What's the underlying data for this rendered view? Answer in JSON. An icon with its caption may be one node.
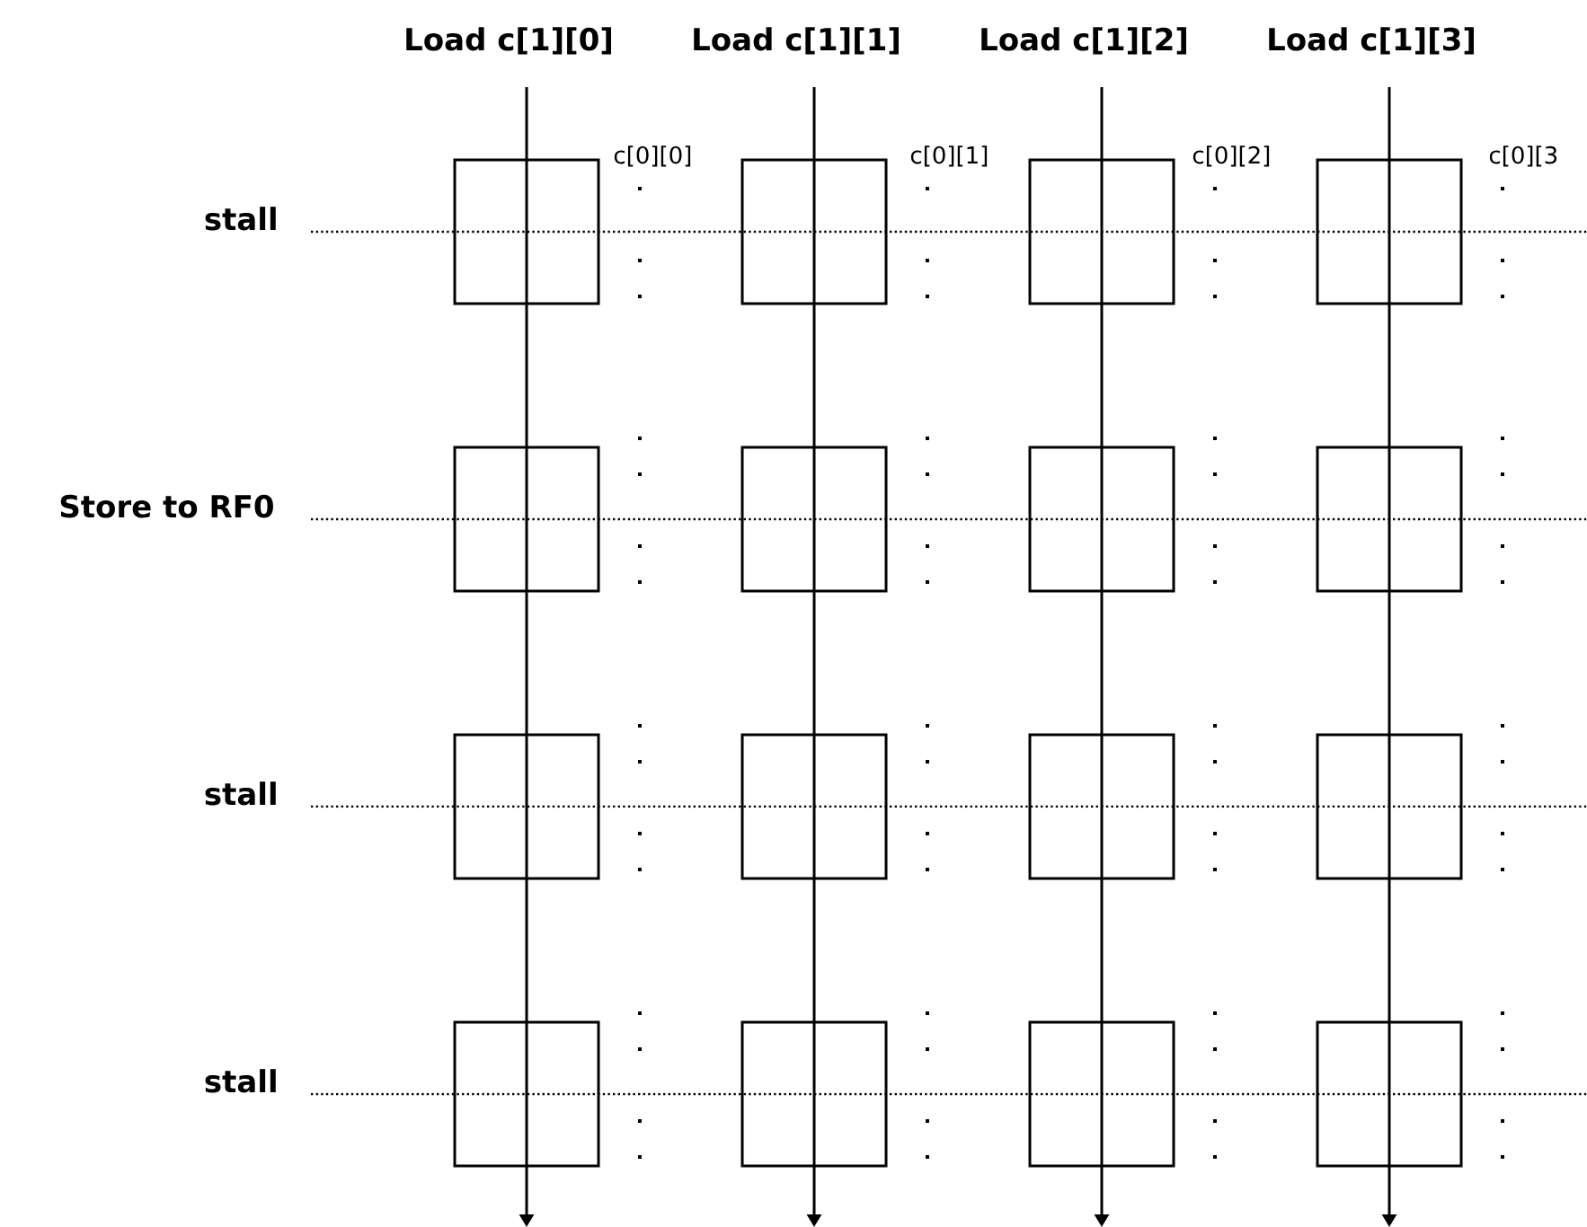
{
  "diagram": {
    "nodes": [
      {
        "text": [
          "Load c[1][0]"
        ]
      },
      {
        "text": [
          "Load c[1][1]"
        ]
      },
      {
        "text": [
          "Load c[1][2]"
        ]
      },
      {
        "text": [
          "Load c[1][3]"
        ]
      },
      {
        "text": [],
        "shape": "box"
      },
      {
        "text": [],
        "shape": "box"
      },
      {
        "text": [],
        "shape": "box"
      },
      {
        "text": [],
        "shape": "box"
      },
      {
        "text": [],
        "shape": "box"
      },
      {
        "text": [],
        "shape": "box"
      },
      {
        "text": [],
        "shape": "box"
      },
      {
        "text": [],
        "shape": "box"
      },
      {
        "text": [],
        "shape": "box"
      },
      {
        "text": [],
        "shape": "box"
      },
      {
        "text": [],
        "shape": "box"
      },
      {
        "text": [],
        "shape": "box"
      },
      {
        "text": [],
        "shape": "box"
      },
      {
        "text": [],
        "shape": "box"
      },
      {
        "text": [],
        "shape": "box"
      },
      {
        "text": [],
        "shape": "box"
      }
    ],
    "edges": [
      {
        "from": 0,
        "to": null,
        "arrow": "to"
      },
      {
        "from": 1,
        "to": null,
        "arrow": "to"
      },
      {
        "from": 2,
        "to": null,
        "arrow": "to"
      },
      {
        "from": 3,
        "to": null,
        "arrow": "to"
      }
    ],
    "labels": [
      "c[0][0]",
      "c[0][1]",
      "c[0][2]",
      "c[0][3",
      "stall",
      "Store to RF0",
      "stall",
      "stall"
    ]
  }
}
